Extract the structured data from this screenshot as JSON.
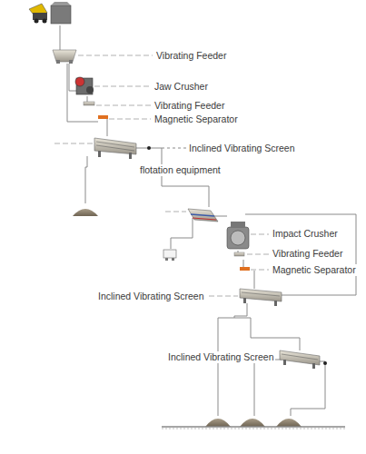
{
  "diagram": {
    "labels": [
      "Vibrating Feeder",
      "Jaw Crusher",
      "Vibrating Feeder",
      "Magnetic Separator",
      "Inclined Vibrating Screen",
      "flotation equipment",
      "Impact Crusher",
      "Vibrating Feeder",
      "Magnetic Separator",
      "Inclined Vibrating Screen",
      "Inclined Vibrating Screen"
    ]
  }
}
